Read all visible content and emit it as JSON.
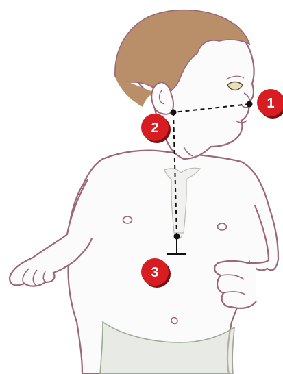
{
  "figure": {
    "subject": "infant-upper-body",
    "colors": {
      "skin": "#fbfbfb",
      "outline": "#9b6777",
      "hair": "#b98f6a",
      "diaper": "#d8ded3",
      "sternum": "#f1f1ef",
      "measure_line": "#111111",
      "badge_fill": "#d81d22",
      "badge_shadow": "#7a1012",
      "badge_text": "#ffffff"
    }
  },
  "markers": [
    {
      "label": "1",
      "landmark": "nose-tip"
    },
    {
      "label": "2",
      "landmark": "earlobe"
    },
    {
      "label": "3",
      "landmark": "xiphoid-process"
    }
  ]
}
